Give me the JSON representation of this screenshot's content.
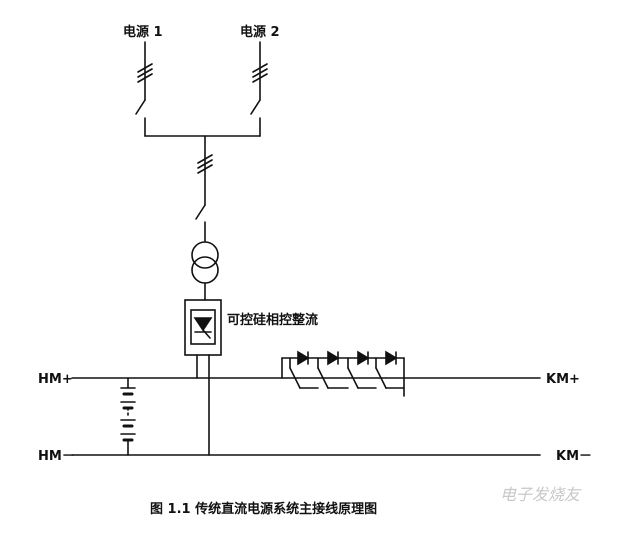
{
  "diagram": {
    "source1_label": "电源 1",
    "source2_label": "电源 2",
    "rectifier_label": "可控硅相控整流",
    "hm_plus_label": "HM+",
    "hm_minus_label": "HM－",
    "km_plus_label": "KM+",
    "km_minus_label": "KM－",
    "caption": "图 1.1   传统直流电源系统主接线原理图",
    "watermark": "电子发烧友"
  },
  "colors": {
    "line": "#111111",
    "background": "#ffffff",
    "watermark": "#c8c8c8"
  }
}
